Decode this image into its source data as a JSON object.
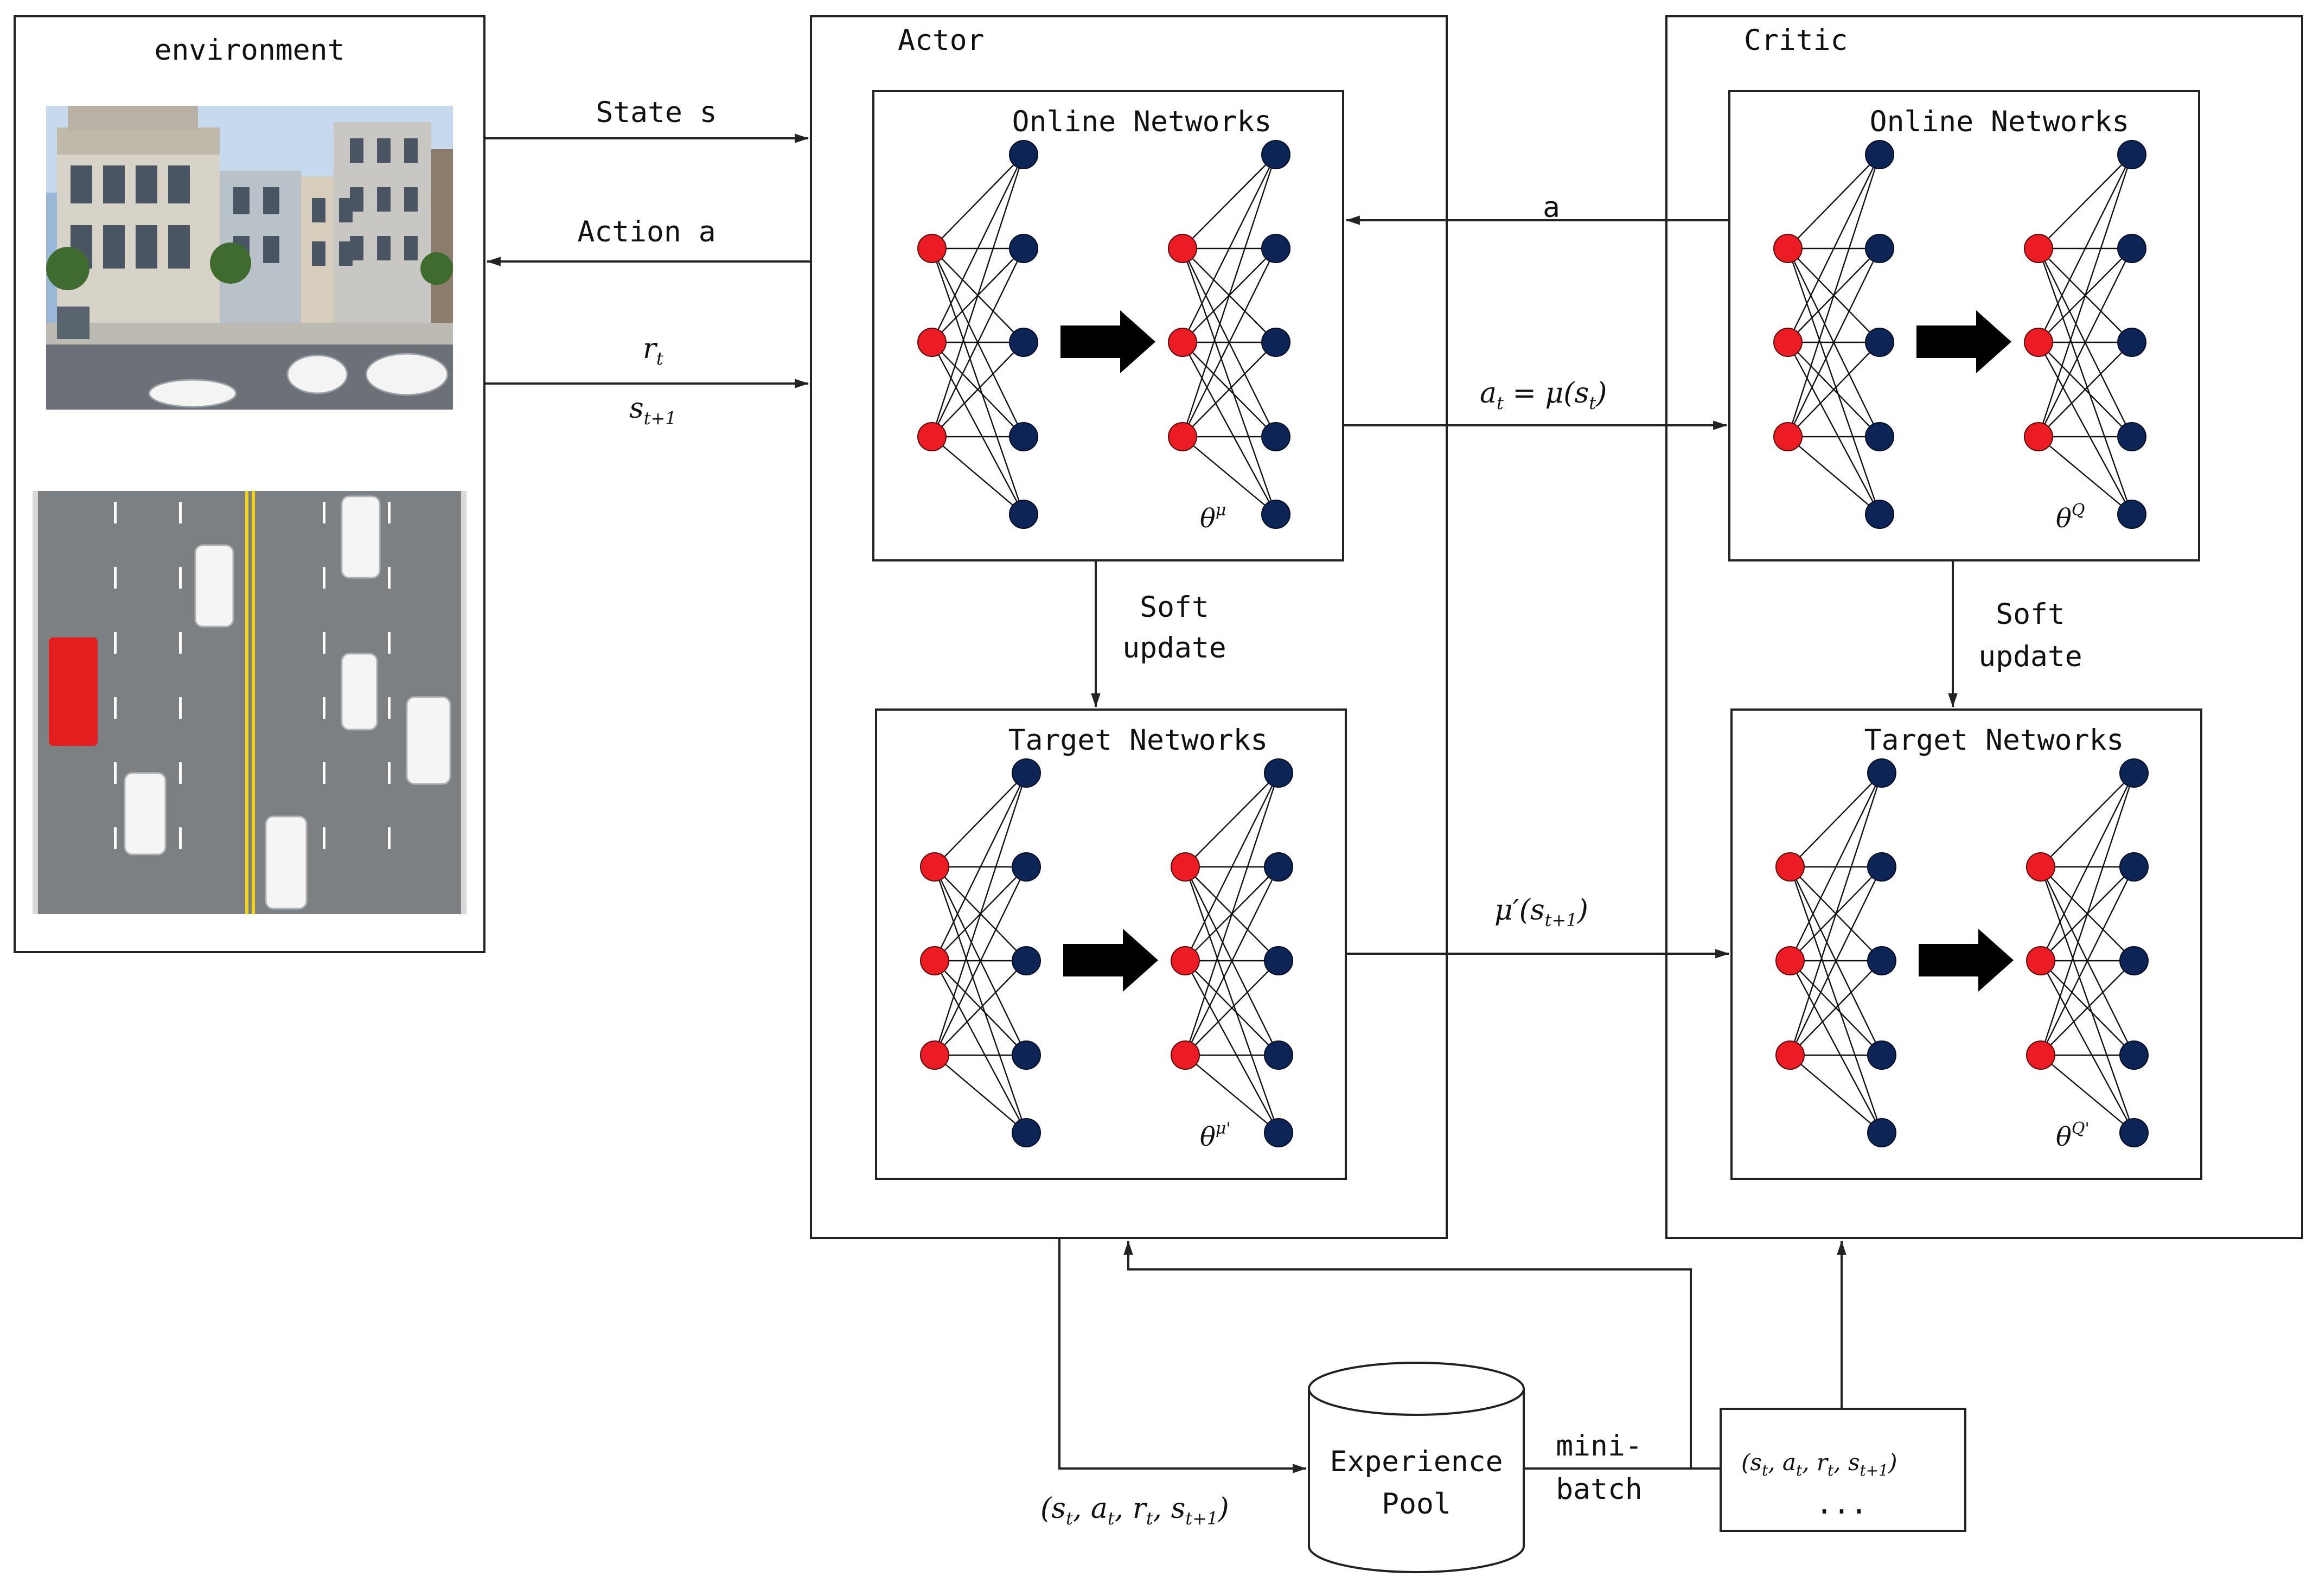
{
  "environment": {
    "title": "environment"
  },
  "actor": {
    "title": "Actor",
    "online_title": "Online Networks",
    "online_param": "θ^μ",
    "target_title": "Target Networks",
    "target_param": "θ^μ'",
    "soft_update_line1": "Soft",
    "soft_update_line2": "update"
  },
  "critic": {
    "title": "Critic",
    "online_title": "Online Networks",
    "online_param": "θ^Q",
    "target_title": "Target Networks",
    "target_param": "θ^Q'",
    "soft_update_line1": "Soft",
    "soft_update_line2": "update"
  },
  "flows": {
    "state": "State s",
    "action": "Action a",
    "reward": "r_t",
    "next_state": "s_t+1",
    "critic_to_actor": "a",
    "actor_to_critic": "a_t = μ(s_t)",
    "target_actor_to_critic": "μ'(s_t+1)",
    "transition_to_pool": "(s_t, a_t, r_t, s_t+1)",
    "minibatch_line1": "mini-",
    "minibatch_line2": "batch"
  },
  "experience_pool": {
    "line1": "Experience",
    "line2": "Pool"
  },
  "minibatch_box": {
    "sample": "(s_t, a_t, r_t, s_t+1)",
    "ellipsis": "..."
  },
  "colors": {
    "input_node": "#ec1c24",
    "output_node": "#0d2457",
    "line": "#222222"
  }
}
